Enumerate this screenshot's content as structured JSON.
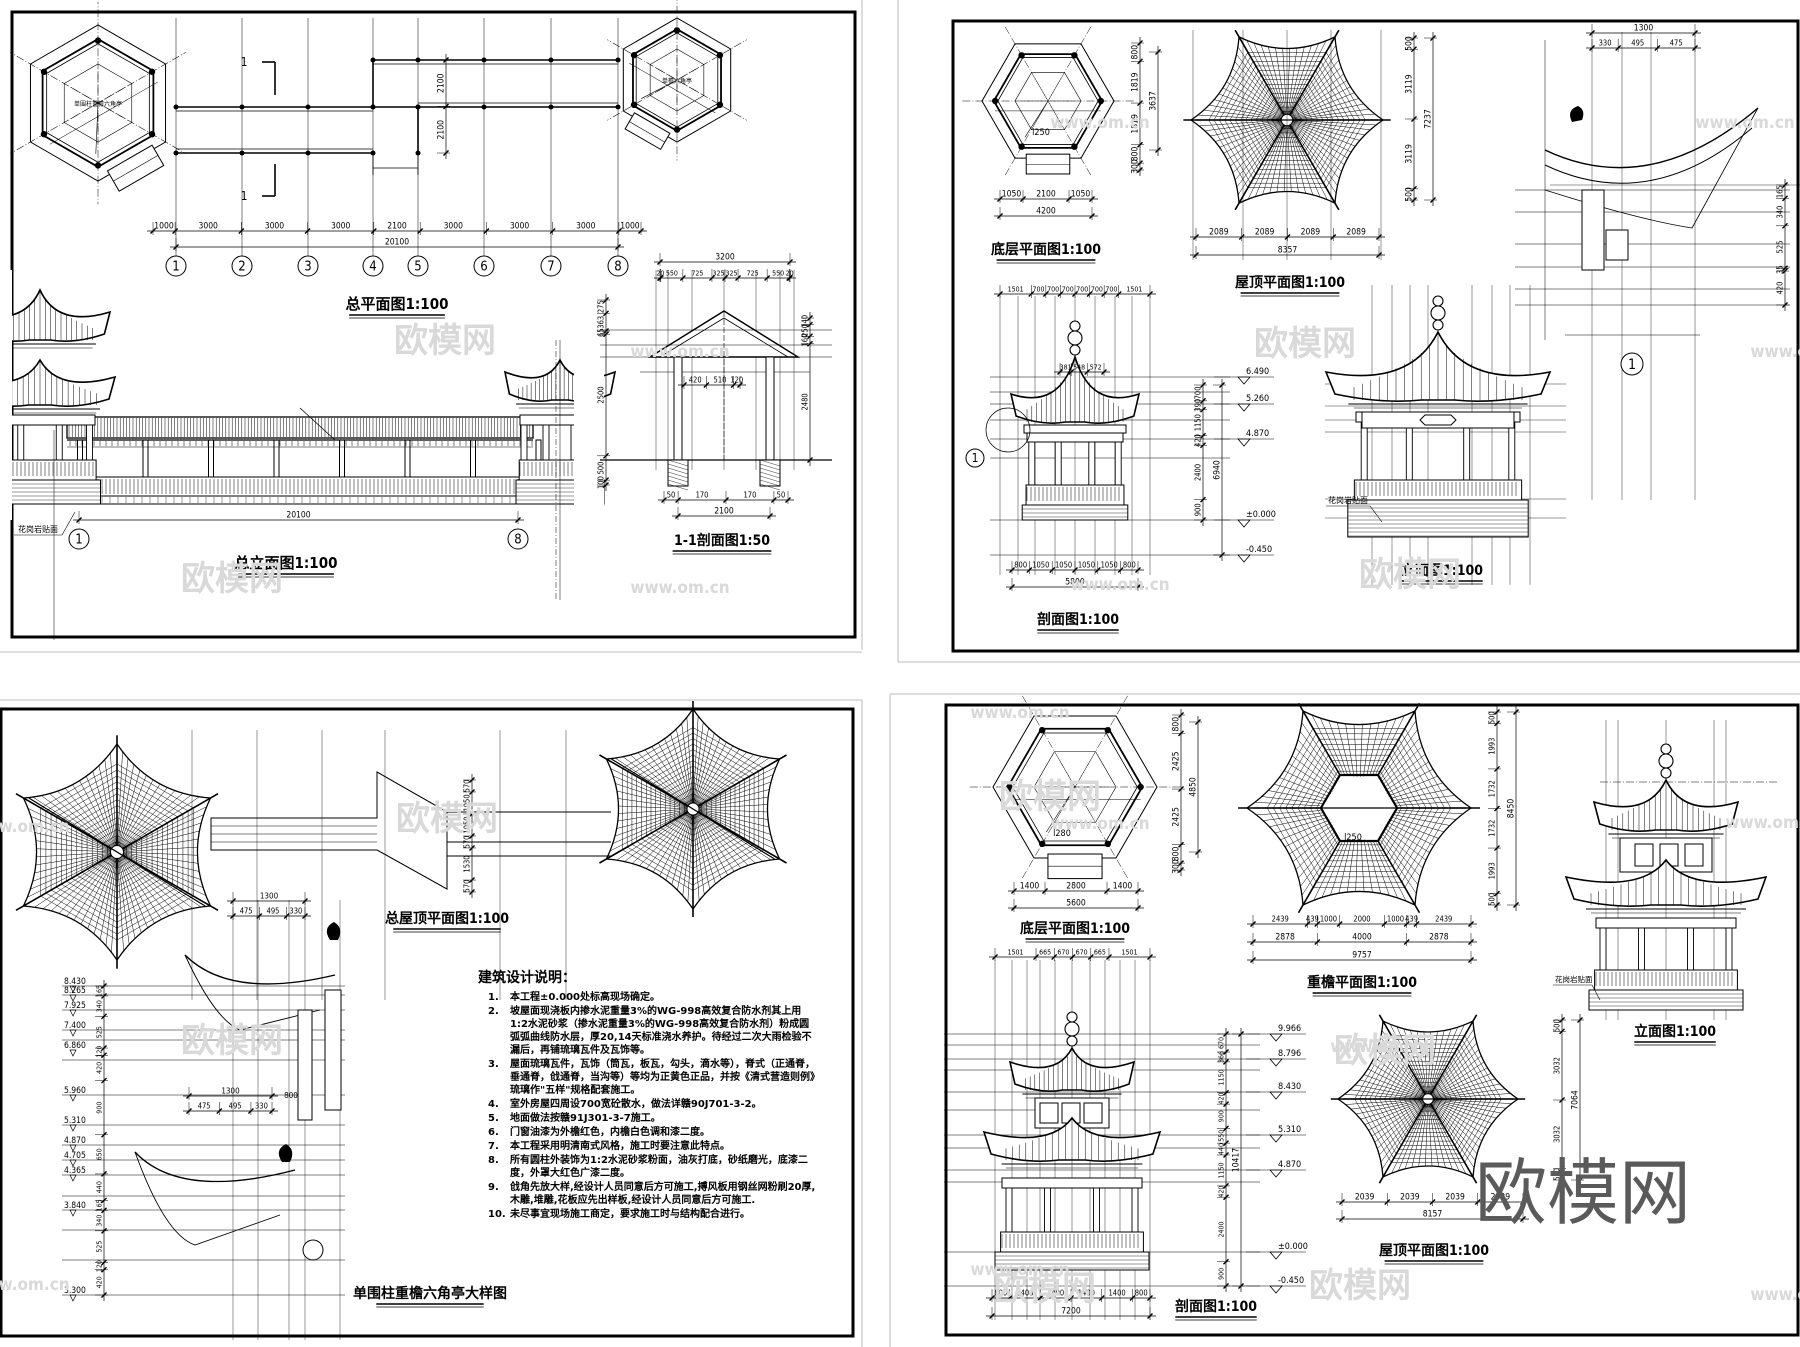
{
  "watermarks": {
    "brand": "欧模网",
    "site": "www.om.cn"
  },
  "sheet1": {
    "plan_title": "总平面图1:100",
    "elevation_title": "总立面图1:100",
    "section_title": "1-1剖面图1:50",
    "pavilion_label_left": "单围柱重檐六角亭",
    "pavilion_label_right": "单檐六角亭",
    "plan_dims": [
      "1000",
      "3000",
      "3000",
      "3000",
      "2100",
      "3000",
      "3000",
      "3000",
      "1000"
    ],
    "plan_total": "20100",
    "plan_vertical_dims": [
      "2100",
      "2100"
    ],
    "axes": [
      "1",
      "2",
      "3",
      "4",
      "5",
      "6",
      "7",
      "8"
    ],
    "section_marks": [
      "1",
      "1"
    ],
    "elevation_total": "20100",
    "elevation_axes": [
      "1",
      "8"
    ],
    "finish_note": "花岗岩贴面",
    "section_top_total": "3200",
    "section_top_dims": [
      "20",
      "550",
      "725",
      "325",
      "325",
      "725",
      "550",
      "20"
    ],
    "section_left_dims": [
      "275",
      "363",
      "65",
      "2500",
      "500",
      "100"
    ],
    "section_right_dims": [
      "140",
      "250",
      "160",
      "2480"
    ],
    "section_inner_dims": [
      "420",
      "510",
      "120"
    ],
    "section_bottom_dims": [
      "50",
      "170",
      "170",
      "50"
    ],
    "section_bottom_total": "2100"
  },
  "sheet2": {
    "ground_plan_title": "底层平面图1:100",
    "ground_dims": [
      "1050",
      "2100",
      "1050"
    ],
    "ground_total": "4200",
    "ground_vertical_dims": [
      "800",
      "1819",
      "1819",
      "800",
      "300"
    ],
    "ground_vertical_total": "3637",
    "ground_radius": "l250",
    "roof_plan_title": "屋顶平面图1:100",
    "roof_dims": [
      "2089",
      "2089",
      "2089",
      "2089"
    ],
    "roof_total": "8357",
    "roof_vertical_dims": [
      "500",
      "3119",
      "3119",
      "500"
    ],
    "roof_vertical_total": "7237",
    "section_title": "剖面图1:100",
    "section_top_dims": [
      "1501",
      "700",
      "700",
      "700",
      "700",
      "700",
      "700",
      "1501"
    ],
    "section_bottom_dims": [
      "800",
      "1050",
      "1050",
      "1050",
      "1050",
      "800"
    ],
    "section_bottom_total": "5800",
    "section_vertical_dims": [
      "700",
      "390",
      "1150",
      "420",
      "2400",
      "900"
    ],
    "section_vertical_total": "6940",
    "section_elevations": [
      "6.490",
      "5.260",
      "4.870",
      "±0.000",
      "-0.450"
    ],
    "section_small_dims": [
      "381",
      "548",
      "572"
    ],
    "section_axis": "1",
    "elevation_title": "立面图1:100",
    "finish_note": "花岗岩贴面",
    "detail_total": "1300",
    "detail_dims": [
      "330",
      "495",
      "475"
    ],
    "detail_vertical_dims": [
      "165",
      "340",
      "525",
      "35",
      "420"
    ],
    "detail_axis": "1"
  },
  "sheet3": {
    "roof_plan_title": "总屋顶平面图1:100",
    "roof_vertical_dims": [
      "570",
      "1050",
      "1050",
      "570",
      "1530",
      "570"
    ],
    "detail_title": "单围柱重檐六角亭大样图",
    "detail_total": "1300",
    "detail_dims": [
      "475",
      "495",
      "330"
    ],
    "detail_total_2": "1300",
    "detail_dims_2": [
      "475",
      "495",
      "330"
    ],
    "detail_extra": "800",
    "detail_vertical_dims": [
      "165",
      "340",
      "525",
      "120",
      "420",
      "900",
      "650",
      "440",
      "165",
      "340",
      "525",
      "120",
      "420"
    ],
    "detail_elevations": [
      "8.430",
      "8.265",
      "7.925",
      "7.400",
      "6.860",
      "5.960",
      "5.310",
      "4.870",
      "4.705",
      "4.365",
      "3.840",
      "3.300"
    ],
    "notes_title": "建筑设计说明：",
    "notes": [
      {
        "num": "1.",
        "text": "本工程±0.000处标高现场确定。"
      },
      {
        "num": "2.",
        "text": "坡屋面现浇板内掺水泥重量3%的WG-998高效复合防水剂其上用1:2水泥砂浆（掺水泥重量3%的WG-998高效复合防水剂）粉成圆弧弧曲线防水层，厚20,14天标准浇水养护。待经过二次大雨检验不漏后，再铺琉璃瓦件及瓦饰等。"
      },
      {
        "num": "3.",
        "text": "屋面琉璃瓦件，瓦饰（筒瓦，板瓦，勾头，滴水等），脊式（正通脊，垂通脊，戗通脊，当沟等）等均为正黄色正品，并按《清式营造则例》琉璃作\"五样\"规格配套施工。"
      },
      {
        "num": "4.",
        "text": "室外房屋四周设700宽砼散水，做法详赣90J701-3-2。"
      },
      {
        "num": "5.",
        "text": "地面做法按赣91J301-3-7施工。"
      },
      {
        "num": "6.",
        "text": "门窗油漆为外檐红色，内檐白色调和漆二度。"
      },
      {
        "num": "7.",
        "text": "本工程采用明清南式风格，施工时要注意此特点。"
      },
      {
        "num": "8.",
        "text": "所有圆柱外装饰为1:2水泥砂浆粉面，油灰打底，砂纸磨光，底漆二度，外罩大红色广漆二度。"
      },
      {
        "num": "9.",
        "text": "戗角先放大样,经设计人员同意后方可施工,搏风板用钢丝网粉刷20厚,木雕,堆雕,花板应先出样板,经设计人员同意后方可施工."
      },
      {
        "num": "10.",
        "text": "未尽事宜现场施工商定，要求施工时与结构配合进行。"
      }
    ]
  },
  "sheet4": {
    "ground_plan_title": "底层平面图1:100",
    "ground_dims": [
      "1400",
      "2800",
      "1400"
    ],
    "ground_total": "5600",
    "ground_vertical_dims": [
      "800",
      "2425",
      "2425",
      "800",
      "300"
    ],
    "ground_vertical_total": "4850",
    "ground_radius": "l280",
    "eave_plan_title": "重檐平面图1:100",
    "eave_dims": [
      "2439",
      "439",
      "1000",
      "2000",
      "1000",
      "439",
      "2439"
    ],
    "eave_dims_2": [
      "2878",
      "4000",
      "2878"
    ],
    "eave_total": "9757",
    "eave_vertical_dims": [
      "500",
      "1993",
      "1732",
      "1732",
      "1993",
      "500"
    ],
    "eave_vertical_total": "8450",
    "eave_radius": "l250",
    "elevation_title": "立面图1:100",
    "finish_note": "花岗岩贴面",
    "roof_plan_title": "屋顶平面图1:100",
    "roof_dims": [
      "2039",
      "2039",
      "2039",
      "2039"
    ],
    "roof_total": "8157",
    "roof_vertical_dims": [
      "500",
      "3032",
      "3032",
      "500"
    ],
    "roof_vertical_total": "7064",
    "section_title": "剖面图1:100",
    "section_top_dims": [
      "1501",
      "665",
      "670",
      "670",
      "665",
      "1501"
    ],
    "section_bottom_dims": [
      "800",
      "1400",
      "1400",
      "1400",
      "1400",
      "800"
    ],
    "section_bottom_total": "7200",
    "section_vertical_dims": [
      "670",
      "366",
      "1150",
      "420",
      "900",
      "550",
      "440",
      "1150",
      "420",
      "2400",
      "900"
    ],
    "section_vertical_total": "10417",
    "section_elevations": [
      "9.966",
      "8.796",
      "8.430",
      "5.310",
      "4.870",
      "±0.000",
      "-0.450"
    ]
  }
}
